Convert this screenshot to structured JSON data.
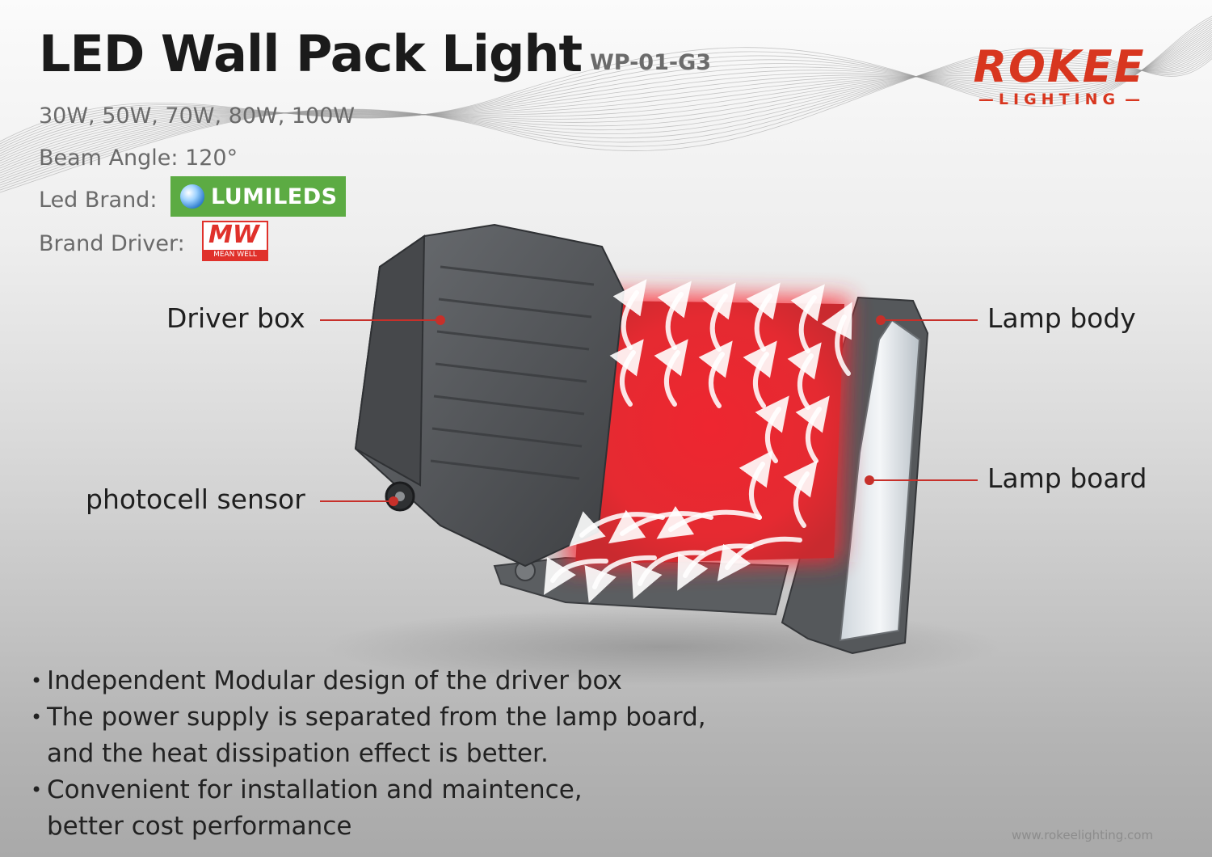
{
  "header": {
    "title": "LED Wall Pack Light",
    "model": "WP-01-G3"
  },
  "specs": {
    "wattages": "30W, 50W, 70W, 80W, 100W",
    "beam_angle": "Beam Angle: 120°",
    "led_brand_label": "Led Brand:",
    "driver_brand_label": "Brand Driver:"
  },
  "logo": {
    "main": "ROKEE",
    "sub": "LIGHTING"
  },
  "led_brand_badge": {
    "text": "LUMILEDS",
    "icon": "lumileds-sphere-icon",
    "color": "#5cab43"
  },
  "driver_badge": {
    "text": "MW",
    "subtext": "MEAN WELL",
    "color": "#e0312b"
  },
  "callouts": {
    "driver_box": "Driver box",
    "photocell_sensor": "photocell sensor",
    "lamp_body": "Lamp body",
    "lamp_board": "Lamp board",
    "marker_color": "#c7302a"
  },
  "features": [
    {
      "lines": [
        "Independent Modular design of the driver box"
      ]
    },
    {
      "lines": [
        "The power supply is separated from the lamp board,",
        "and the heat dissipation effect is better."
      ]
    },
    {
      "lines": [
        "Convenient for installation and maintence,",
        "better cost performance"
      ]
    }
  ],
  "bullet": "•",
  "footer": {
    "website": "www.rokeelighting.com"
  },
  "colors": {
    "heat": "#e92a30",
    "housing": "#54575a",
    "brand_red": "#d8361f"
  }
}
